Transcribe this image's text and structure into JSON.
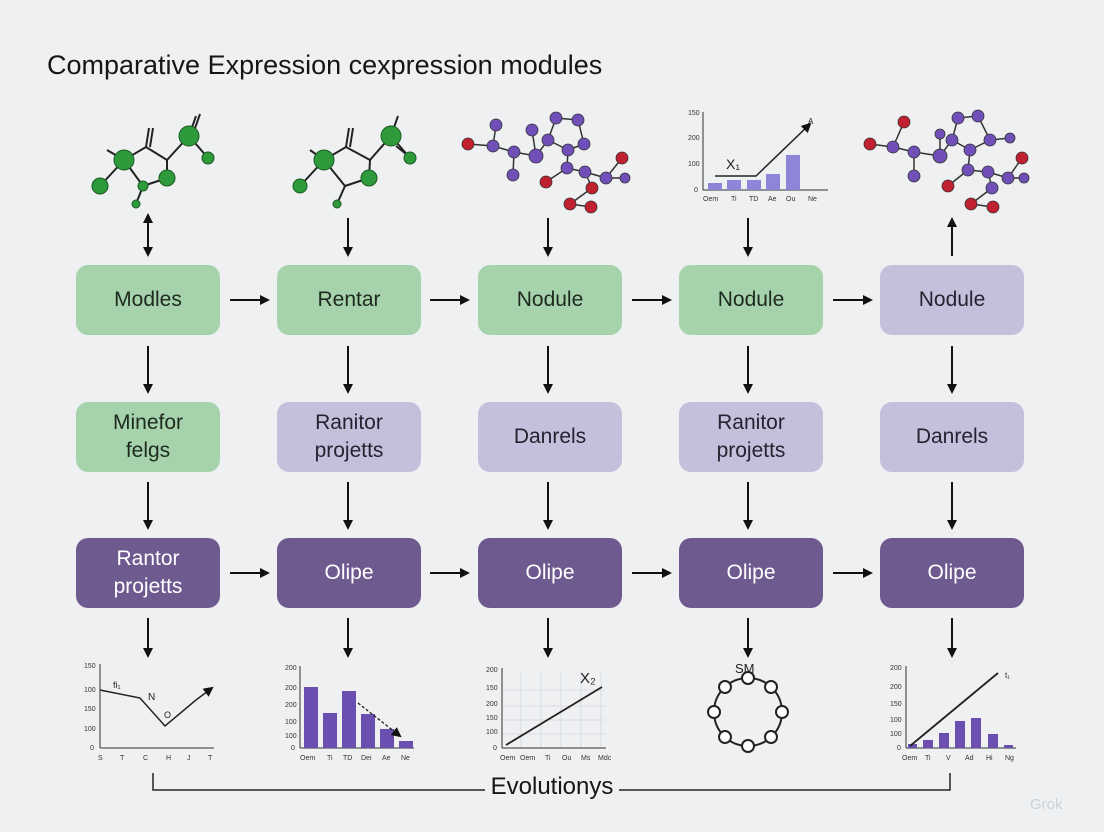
{
  "title": "Comparative Expression cexpression modules",
  "row1": [
    "Modles",
    "Rentar",
    "Nodule",
    "Nodule",
    "Nodule"
  ],
  "row2": [
    [
      "Minefor",
      "felgs"
    ],
    [
      "Ranitor",
      "projetts"
    ],
    [
      "Danrels"
    ],
    [
      "Ranitor",
      "projetts"
    ],
    [
      "Danrels"
    ]
  ],
  "row3": [
    [
      "Rantor",
      "projetts"
    ],
    [
      "Olipe"
    ],
    [
      "Olipe"
    ],
    [
      "Olipe"
    ],
    [
      "Olipe"
    ]
  ],
  "footer": "Evolutionys",
  "watermark": "Grok",
  "colors": {
    "green": "#a6d3ac",
    "lavender": "#c5bfdb",
    "purple": "#6f5a90",
    "bar": "#6a4fb0",
    "atom_green": "#2e9a3c",
    "atom_purple": "#7050b8",
    "atom_red": "#c02030"
  },
  "top_chart": {
    "yticks": [
      "150",
      "200",
      "100",
      "0"
    ],
    "xticks": [
      "Oem",
      "Ti",
      "TD",
      "Ae",
      "Ou",
      "Ne"
    ],
    "label_x": "X₁",
    "label_a": "A"
  },
  "bottom_charts": {
    "c1": {
      "yticks": [
        "150",
        "100",
        "150",
        "100",
        "0"
      ],
      "xticks": [
        "S",
        "T",
        "C",
        "H",
        "J",
        "T"
      ],
      "labels": [
        "fi₁",
        "N",
        "O"
      ]
    },
    "c2": {
      "yticks": [
        "200",
        "200",
        "200",
        "100",
        "100",
        "0"
      ],
      "xticks": [
        "Oem",
        "Ti",
        "TD",
        "Dei",
        "Ae",
        "Ne"
      ]
    },
    "c3": {
      "yticks": [
        "200",
        "150",
        "200",
        "150",
        "100",
        "0"
      ],
      "xticks": [
        "Oem",
        "Oem",
        "Ti",
        "Ou",
        "Ms",
        "Mdc"
      ],
      "label": "X₂"
    },
    "c4": {
      "label": "SM"
    },
    "c5": {
      "yticks": [
        "200",
        "200",
        "150",
        "100",
        "100",
        "0"
      ],
      "xticks": [
        "Oem",
        "Ti",
        "V",
        "Ad",
        "Hi",
        "Ng"
      ],
      "label": "t₁"
    }
  }
}
